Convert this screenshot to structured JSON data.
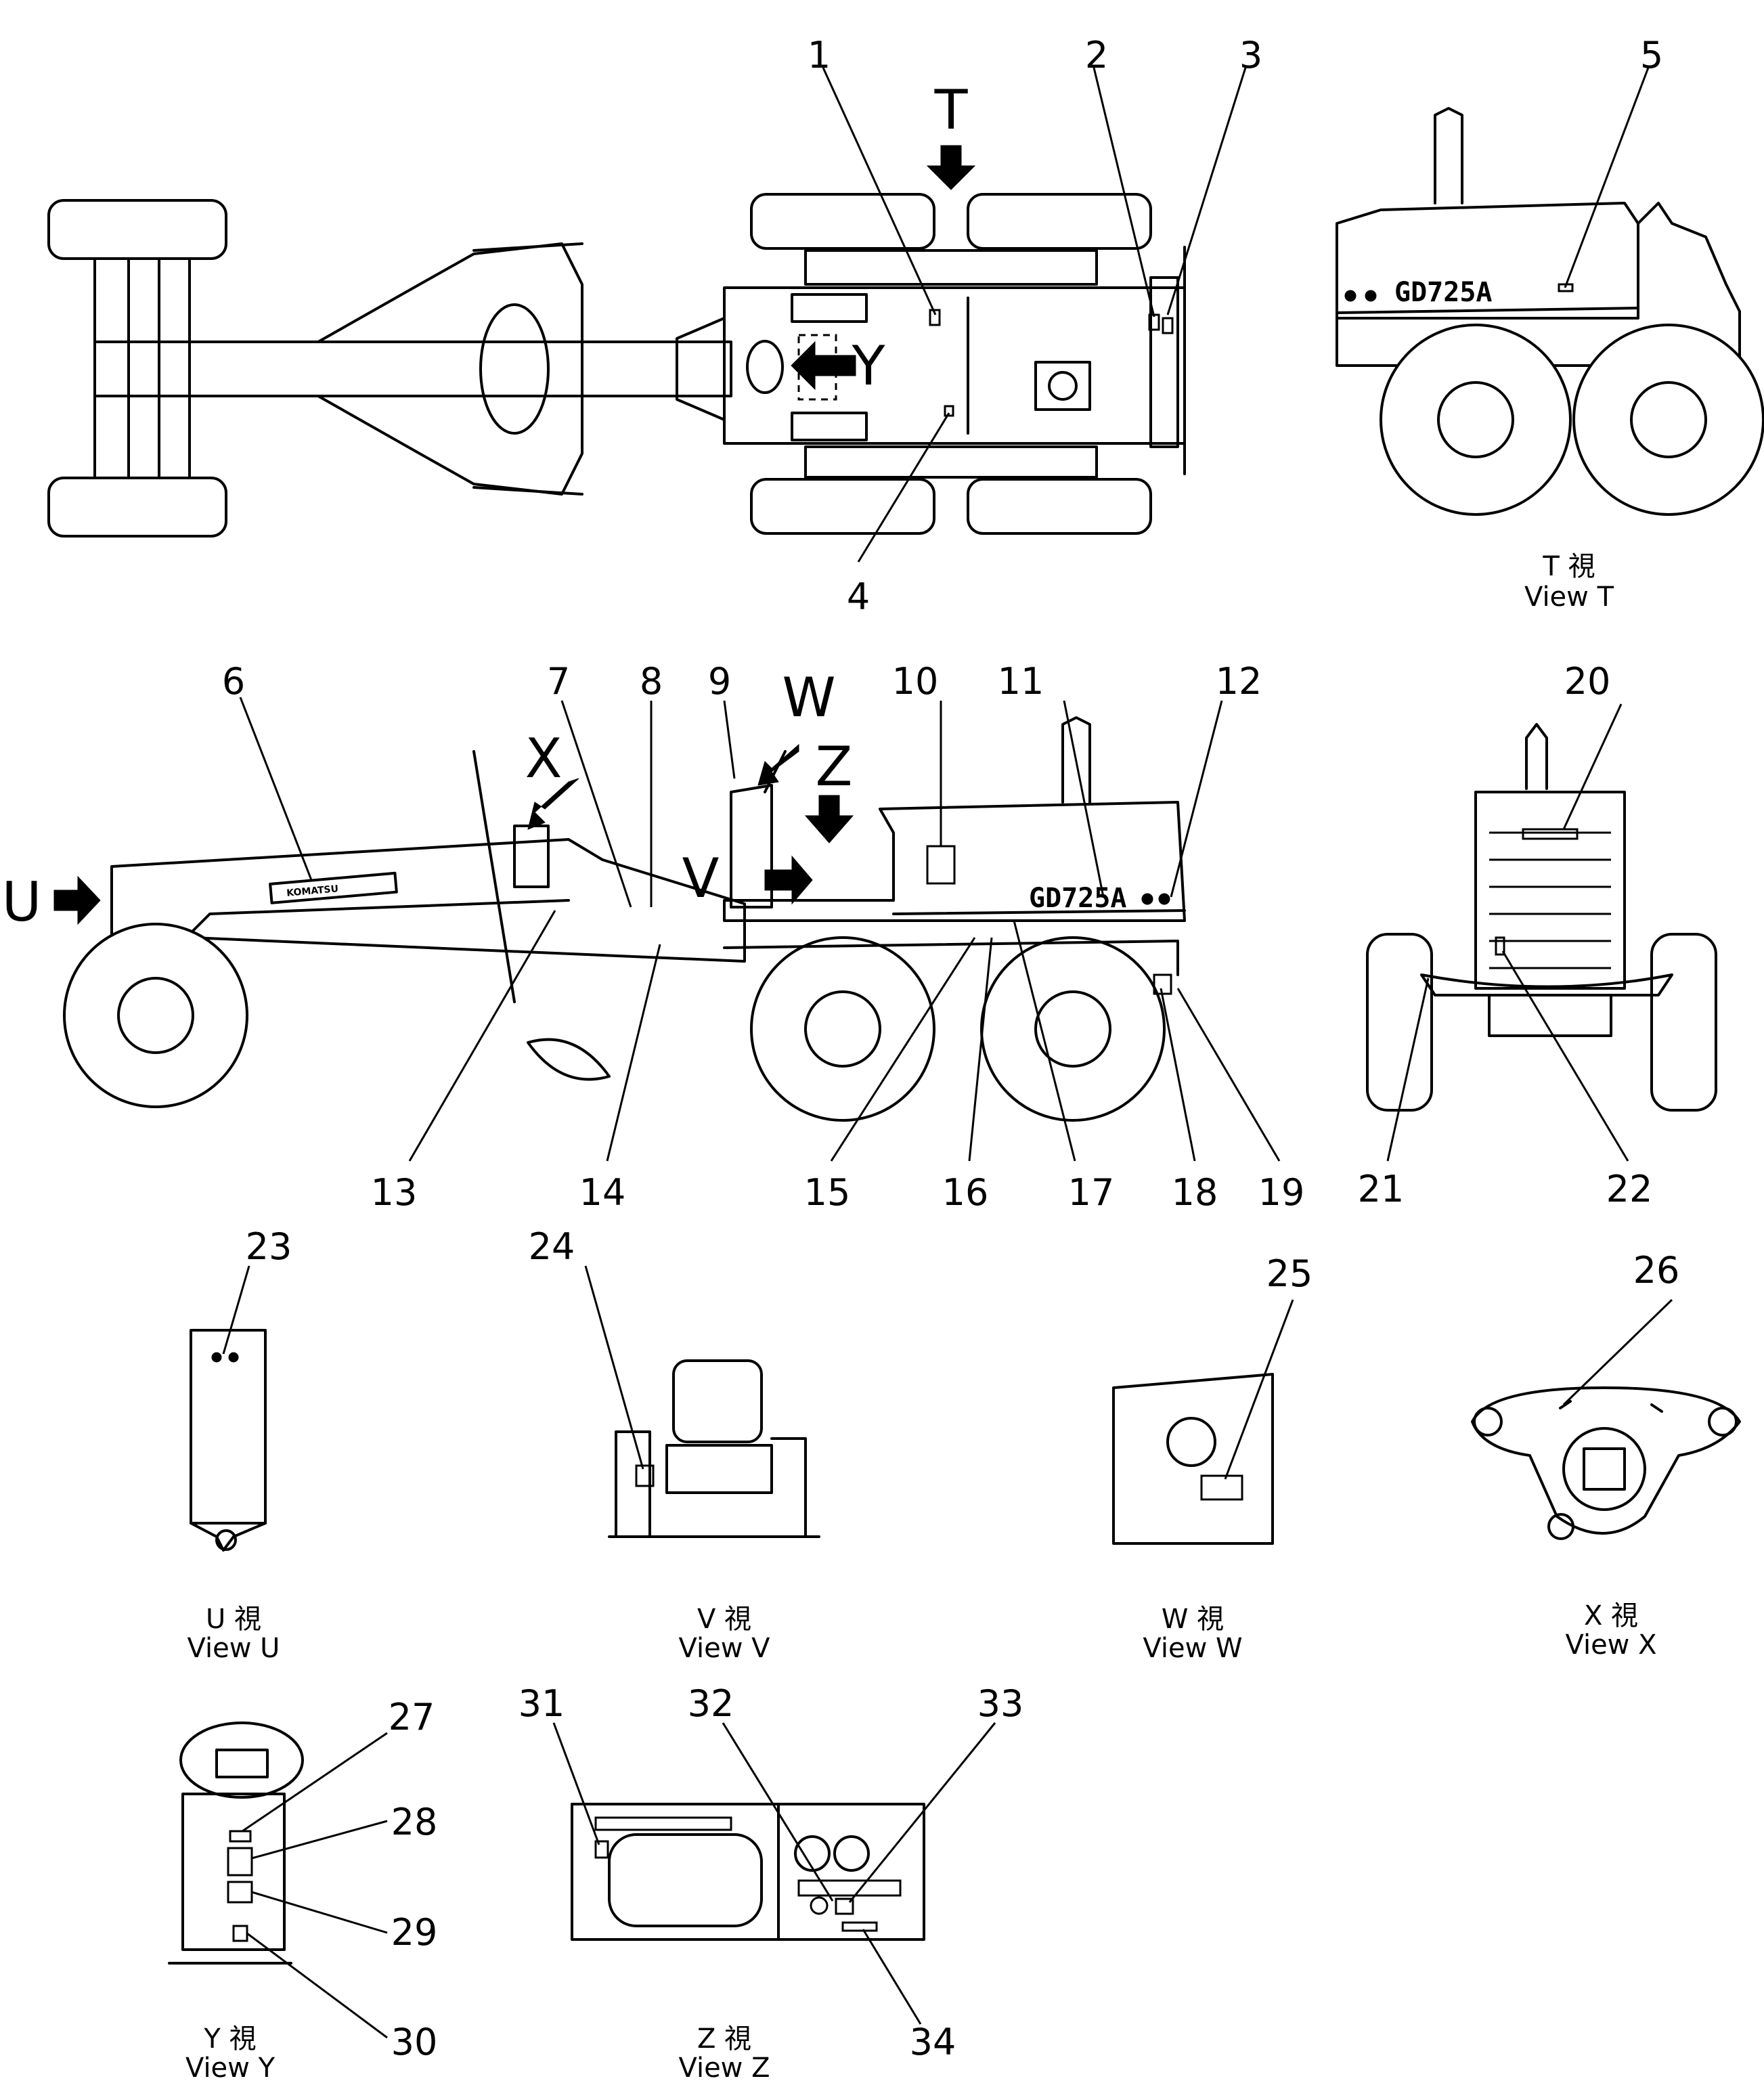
{
  "callouts": [
    "1",
    "2",
    "3",
    "4",
    "5",
    "6",
    "7",
    "8",
    "9",
    "10",
    "11",
    "12",
    "13",
    "14",
    "15",
    "16",
    "17",
    "18",
    "19",
    "20",
    "21",
    "22",
    "23",
    "24",
    "25",
    "26",
    "27",
    "28",
    "29",
    "30",
    "31",
    "32",
    "33",
    "34"
  ],
  "view_letters": {
    "T": "T",
    "U": "U",
    "V": "V",
    "W": "W",
    "X": "X",
    "Y": "Y",
    "Z": "Z"
  },
  "captions": {
    "T": {
      "jp": "T 視",
      "en": "View T"
    },
    "U": {
      "jp": "U 視",
      "en": "View U"
    },
    "V": {
      "jp": "V 視",
      "en": "View V"
    },
    "W": {
      "jp": "W 視",
      "en": "View W"
    },
    "X": {
      "jp": "X 視",
      "en": "View X"
    },
    "Y": {
      "jp": "Y 視",
      "en": "View Y"
    },
    "Z": {
      "jp": "Z 視",
      "en": "View Z"
    }
  },
  "labels": {
    "model_side": "GD725A",
    "model_rear": "GD725A",
    "brand": "KOMATSU"
  }
}
